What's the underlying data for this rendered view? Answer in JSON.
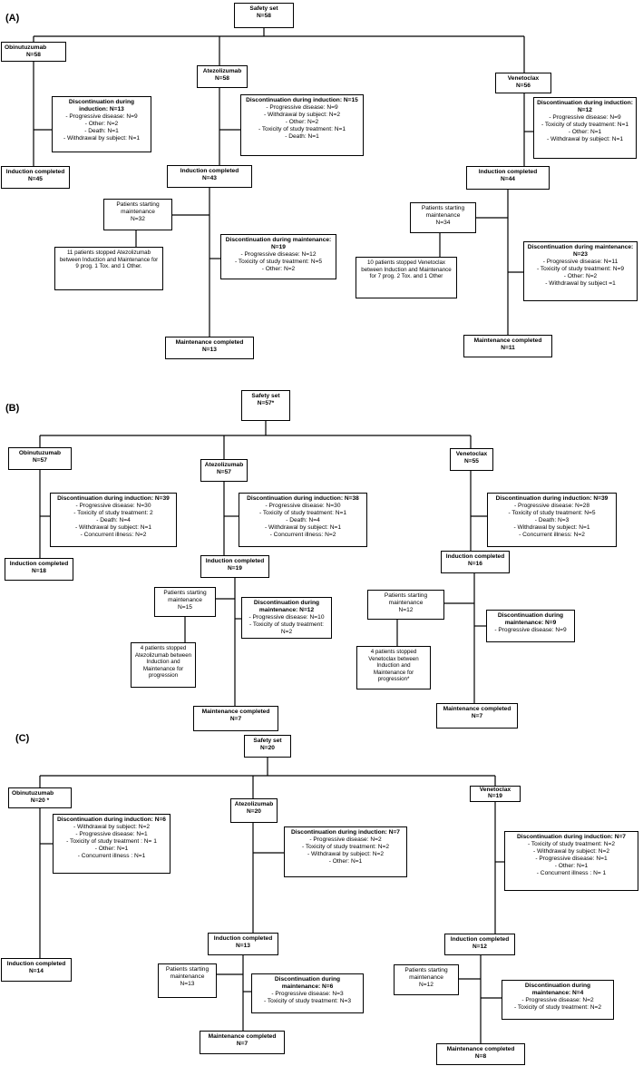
{
  "panels": [
    {
      "label": "(A)",
      "safety": {
        "title": "Safety set",
        "n": "N=58"
      },
      "arms": [
        {
          "name": "Obinutuzumab",
          "n": "N=58",
          "disc_induction": {
            "title": "Discontinuation during induction: N=13",
            "items": [
              "- Progressive disease: N=9",
              "- Other: N=2",
              "- Death: N=1",
              "- Withdrawal by subject: N=1"
            ]
          },
          "induction_completed": {
            "title": "Induction completed",
            "n": "N=45"
          }
        },
        {
          "name": "Atezolizumab",
          "n": "N=58",
          "disc_induction": {
            "title": "Discontinuation during induction: N=15",
            "items": [
              "- Progressive disease: N=9",
              "- Withdrawal by subject: N=2",
              "- Other: N=2",
              "- Toxicity of study treatment: N=1",
              "- Death: N=1"
            ]
          },
          "induction_completed": {
            "title": "Induction completed",
            "n": "N=43"
          },
          "starting_maintenance": {
            "title": "Patients starting maintenance",
            "n": "N=32"
          },
          "stopped_note": "11 patients stopped Atezolizumab between Induction and Maintenance for 9 prog. 1 Tox. and 1 Other.",
          "disc_maintenance": {
            "title": "Discontinuation during maintenance: N=19",
            "items": [
              "- Progressive disease: N=12",
              "- Toxicity of study treatment: N=5",
              "- Other: N=2"
            ]
          },
          "maintenance_completed": {
            "title": "Maintenance completed",
            "n": "N=13"
          }
        },
        {
          "name": "Venetoclax",
          "n": "N=56",
          "disc_induction": {
            "title": "Discontinuation during induction: N=12",
            "items": [
              "- Progressive disease: N=9",
              "- Toxicity of study treatment: N=1",
              "- Other: N=1",
              "- Withdrawal by subject: N=1"
            ]
          },
          "induction_completed": {
            "title": "Induction completed",
            "n": "N=44"
          },
          "starting_maintenance": {
            "title": "Patients starting maintenance",
            "n": "N=34"
          },
          "stopped_note": "10 patients stopped Venetoclax between Induction and Maintenance for 7 prog. 2 Tox. and 1 Other",
          "disc_maintenance": {
            "title": "Discontinuation during maintenance: N=23",
            "items": [
              "- Progressive disease: N=11",
              "- Toxicity of study treatment: N=9",
              "- Other: N=2",
              "- Withdrawal by subject =1"
            ]
          },
          "maintenance_completed": {
            "title": "Maintenance completed",
            "n": "N=11"
          }
        }
      ]
    },
    {
      "label": "(B)",
      "safety": {
        "title": "Safety set",
        "n": "N=57*"
      },
      "arms": [
        {
          "name": "Obinutuzumab",
          "n": "N=57",
          "disc_induction": {
            "title": "Discontinuation during induction: N=39",
            "items": [
              "- Progressive disease: N=30",
              "- Toxicity of study treatment: 2",
              "- Death: N=4",
              "- Withdrawal by subject: N=1",
              "- Concurrent illness: N=2"
            ]
          },
          "induction_completed": {
            "title": "Induction completed",
            "n": "N=18"
          }
        },
        {
          "name": "Atezolizumab",
          "n": "N=57",
          "disc_induction": {
            "title": "Discontinuation during induction: N=38",
            "items": [
              "- Progressive disease: N=30",
              "- Toxicity of study treatment: N=1",
              "- Death: N=4",
              "- Withdrawal by subject: N=1",
              "- Concurrent illness: N=2"
            ]
          },
          "induction_completed": {
            "title": "Induction completed",
            "n": "N=19"
          },
          "starting_maintenance": {
            "title": "Patients starting maintenance",
            "n": "N=15"
          },
          "stopped_note": "4 patients stopped Atezolizumab between Induction and Maintenance for progression",
          "disc_maintenance": {
            "title": "Discontinuation during maintenance: N=12",
            "items": [
              "- Progressive disease: N=10",
              "- Toxicity of study treatment: N=2"
            ]
          },
          "maintenance_completed": {
            "title": "Maintenance completed",
            "n": "N=7"
          }
        },
        {
          "name": "Venetoclax",
          "n": "N=55",
          "disc_induction": {
            "title": "Discontinuation during induction: N=39",
            "items": [
              "- Progressive disease: N=28",
              "- Toxicity of study treatment: N=5",
              "- Death: N=3",
              "- Withdrawal by subject: N=1",
              "- Concurrent illness: N=2"
            ]
          },
          "induction_completed": {
            "title": "Induction completed",
            "n": "N=16"
          },
          "starting_maintenance": {
            "title": "Patients starting maintenance",
            "n": "N=12"
          },
          "stopped_note": "4 patients stopped Venetoclax between Induction and Maintenance for progression*",
          "disc_maintenance": {
            "title": "Discontinuation during maintenance: N=9",
            "items": [
              "- Progressive disease: N=9"
            ]
          },
          "maintenance_completed": {
            "title": "Maintenance completed",
            "n": "N=7"
          }
        }
      ]
    },
    {
      "label": "(C)",
      "safety": {
        "title": "Safety set",
        "n": "N=20"
      },
      "arms": [
        {
          "name": "Obinutuzumab",
          "n": "N=20 *",
          "disc_induction": {
            "title": "Discontinuation during induction: N=6",
            "items": [
              "- Withdrawal by subject: N=2",
              "- Progressive disease: N=1",
              "- Toxicity of study treatment : N= 1",
              "- Other: N=1",
              "- Concurrent illness : N=1"
            ]
          },
          "induction_completed": {
            "title": "Induction completed",
            "n": "N=14"
          }
        },
        {
          "name": "Atezolizumab",
          "n": "N=20",
          "disc_induction": {
            "title": "Discontinuation during induction: N=7",
            "items": [
              "- Progressive disease: N=2",
              "- Toxicity of study treatment: N=2",
              "- Withdrawal by subject: N=2",
              "- Other: N=1"
            ]
          },
          "induction_completed": {
            "title": "Induction completed",
            "n": "N=13"
          },
          "starting_maintenance": {
            "title": "Patients starting maintenance",
            "n": "N=13"
          },
          "disc_maintenance": {
            "title": "Discontinuation during maintenance: N=6",
            "items": [
              "- Progressive disease: N=3",
              "- Toxicity of study treatment: N=3"
            ]
          },
          "maintenance_completed": {
            "title": "Maintenance completed",
            "n": "N=7"
          }
        },
        {
          "name": "Venetoclax",
          "n": "N=19",
          "disc_induction": {
            "title": "Discontinuation during induction: N=7",
            "items": [
              "- Toxicity of study treatment: N=2",
              "- Withdrawal by subject: N=2",
              "- Progressive disease: N=1",
              "- Other: N=1",
              "- Concurrent illness : N= 1"
            ]
          },
          "induction_completed": {
            "title": "Induction completed",
            "n": "N=12"
          },
          "starting_maintenance": {
            "title": "Patients starting maintenance",
            "n": "N=12"
          },
          "disc_maintenance": {
            "title": "Discontinuation during maintenance: N=4",
            "items": [
              "- Progressive disease: N=2",
              "- Toxicity of study treatment: N=2"
            ]
          },
          "maintenance_completed": {
            "title": "Maintenance completed",
            "n": "N=8"
          }
        }
      ]
    }
  ]
}
